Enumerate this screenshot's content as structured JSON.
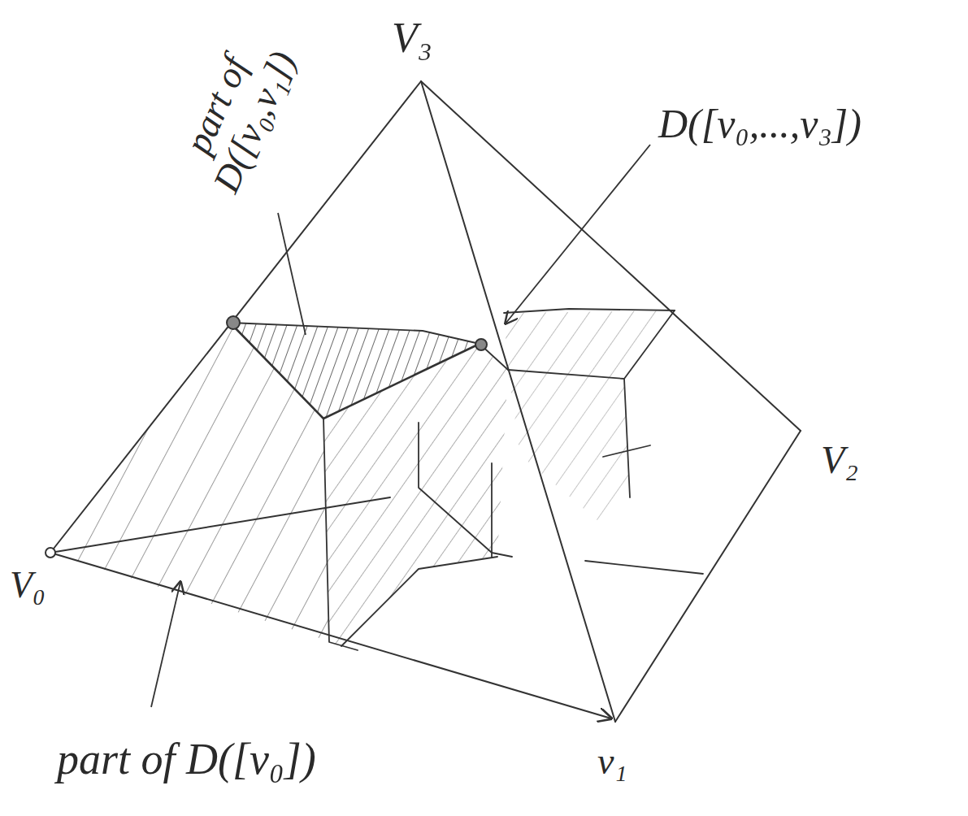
{
  "diagram": {
    "labels": [
      "V₃",
      "V₂",
      "V₀",
      "v₁",
      "part of D([v₀,v₁])",
      "D([v₀,...,v₃])",
      "part of D([v₀])"
    ]
  }
}
